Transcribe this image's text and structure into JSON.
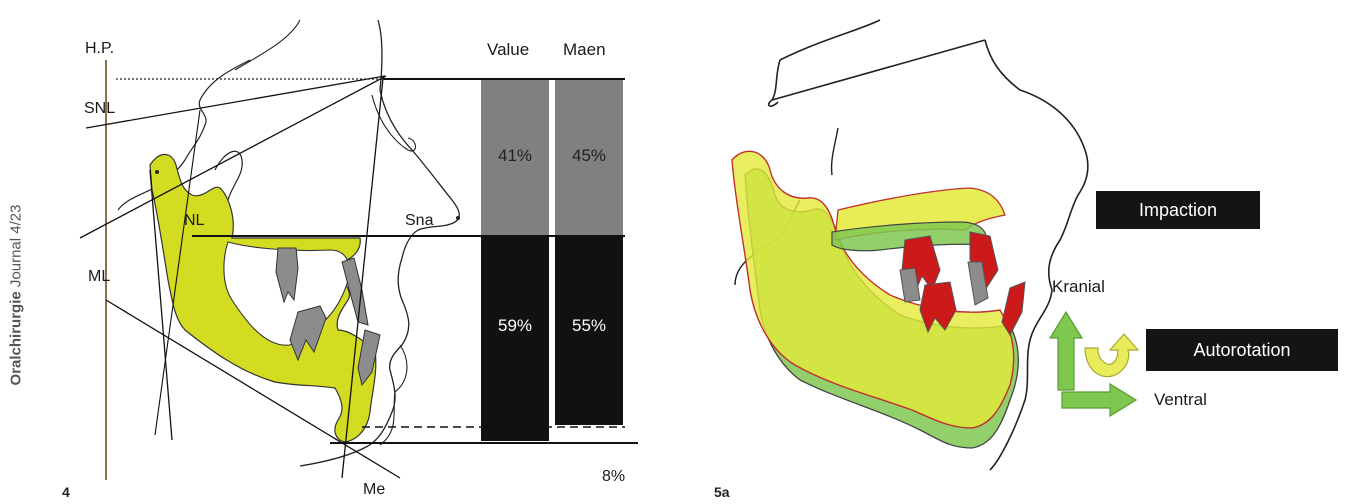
{
  "journal": {
    "name": "Oralchirurgie",
    "issue": "Journal 4/23"
  },
  "figure4": {
    "number": "4",
    "labels": {
      "hp": "H.P.",
      "snl": "SNL",
      "nl": "NL",
      "sna": "Sna",
      "ml": "ML",
      "me": "Me"
    },
    "col_headers": {
      "value": "Value",
      "mean": "Maen"
    },
    "bars": {
      "value": {
        "upper": "41%",
        "lower": "59%"
      },
      "mean": {
        "upper": "45%",
        "lower": "55%"
      }
    },
    "footnote": "8%",
    "colors": {
      "upper": "#808080",
      "lower": "#111111",
      "bone": "#d4dc22",
      "tooth": "#8c8c8c"
    }
  },
  "figure5a": {
    "number": "5a",
    "tags": {
      "impaction": "Impaction",
      "autorotation": "Autorotation"
    },
    "directions": {
      "kranial": "Kranial",
      "ventral": "Ventral"
    },
    "colors": {
      "pre": "#d8e020",
      "post": "#7ec850",
      "outline": "#c02020",
      "tooth": "#cc1a1a"
    }
  }
}
